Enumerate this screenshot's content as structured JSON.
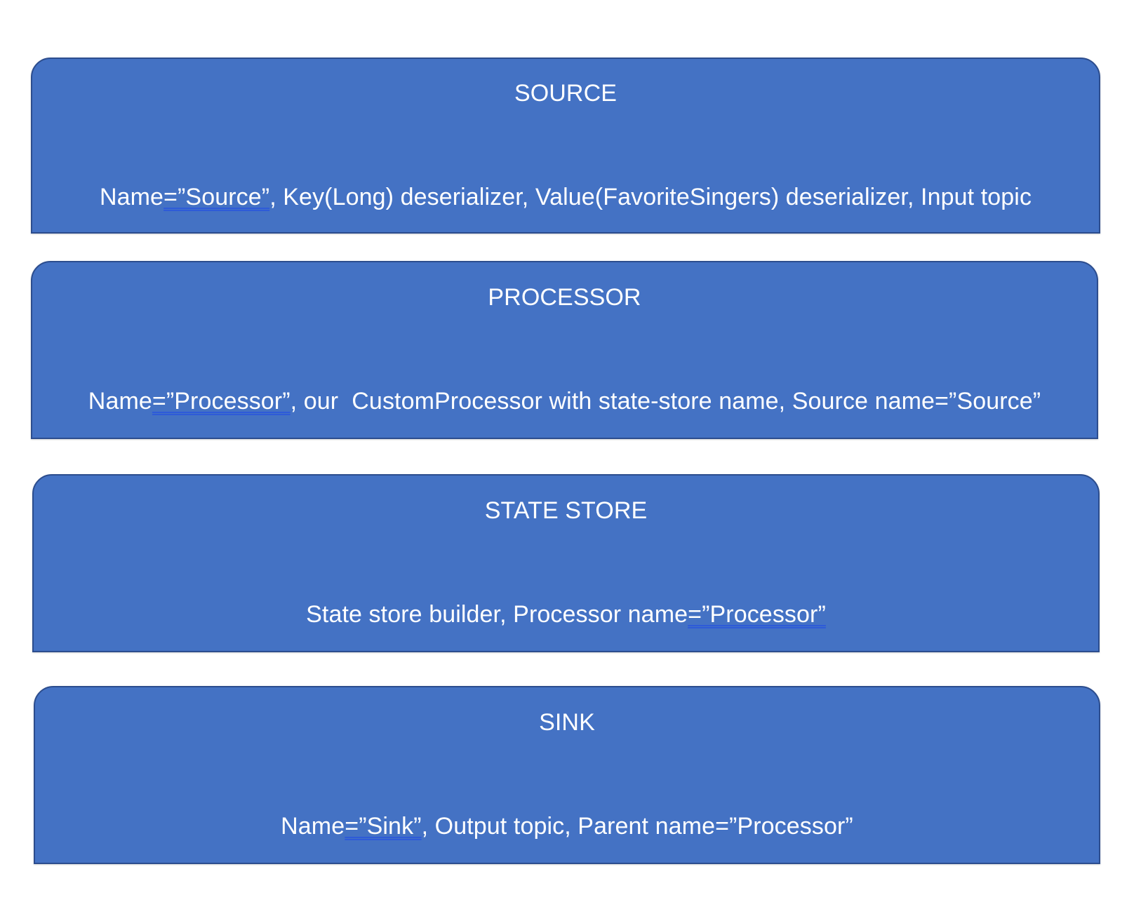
{
  "diagram": {
    "kind": "kafka-streams-topology",
    "background_color": "#FFFFFF",
    "node_fill_color": "#4472C4",
    "node_border_color": "#2C4D8E",
    "node_text_color": "#FFFFFF",
    "link_underline_color": "#2E5BD8",
    "nodes": [
      {
        "id": "source",
        "title": "SOURCE",
        "desc_before": "Name",
        "desc_link": "=”Source”",
        "desc_after": ", Key(Long) deserializer, Value(FavoriteSingers) deserializer, Input topic",
        "desc_full": "Name=”Source”, Key(Long) deserializer, Value(FavoriteSingers) deserializer, Input topic"
      },
      {
        "id": "processor",
        "title": "PROCESSOR",
        "desc_before": "Name",
        "desc_link": "=”Processor”",
        "desc_after": ", our  CustomProcessor with state-store name, Source name=”Source”",
        "desc_full": "Name=”Processor”, our  CustomProcessor with state-store name, Source name=”Source”"
      },
      {
        "id": "state-store",
        "title": "STATE STORE",
        "desc_before": "State store builder, Processor name",
        "desc_link": "=”Processor”",
        "desc_after": "",
        "desc_full": "State store builder, Processor name=”Processor”"
      },
      {
        "id": "sink",
        "title": "SINK",
        "desc_before": "Name",
        "desc_link": "=”Sink”",
        "desc_after": ", Output topic, Parent name=”Processor”",
        "desc_full": "Name=”Sink”, Output topic, Parent name=”Processor”"
      }
    ]
  }
}
